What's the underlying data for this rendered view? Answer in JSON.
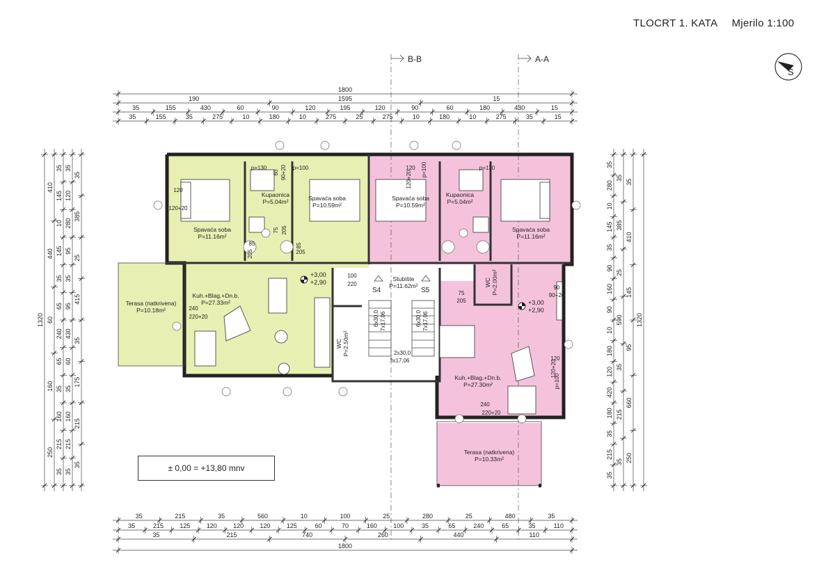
{
  "header": {
    "title": "TLOCRT 1. KATA",
    "scale": "Mjerilo 1:100"
  },
  "sections": {
    "bb": "B-B",
    "aa": "A-A"
  },
  "compass": {
    "label": "S"
  },
  "level": {
    "text": "± 0,00 = +13,80 mnv"
  },
  "stairs": {
    "s4": "S4",
    "s5": "S5",
    "a": "6x30,0",
    "b": "7x17,06",
    "c": "6x30,0",
    "d": "7x17,06",
    "e": "2x30,0",
    "f": "3x17,06"
  },
  "colors": {
    "left_apartment": "#e8efb2",
    "right_apartment": "#f5c2dc",
    "wall": "#222222"
  },
  "rooms": [
    {
      "name": "Spavaća soba",
      "area": "P=11.16m²"
    },
    {
      "name": "Kupaonica",
      "area": "P=5.04m²"
    },
    {
      "name": "Spavaća soba",
      "area": "P=10.59m²"
    },
    {
      "name": "Spavaća soba",
      "area": "P=10.59m²"
    },
    {
      "name": "Kupaonica",
      "area": "P=5.04m²"
    },
    {
      "name": "Spavaća soba",
      "area": "P=11.16m²"
    },
    {
      "name": "Terasa (natkrivena)",
      "area": "P=10.18m²"
    },
    {
      "name": "Kuh.+Blag.+Dn.b.",
      "area": "P=27.33m²"
    },
    {
      "name": "Stubište",
      "area": "P=11.62m²"
    },
    {
      "name": "WC",
      "area": "P=2.50m²"
    },
    {
      "name": "WC",
      "area": "P=2.00m²"
    },
    {
      "name": "Kuh.+Blag.+Dn.b.",
      "area": "P=27.30m²"
    },
    {
      "name": "Terasa (natkrivena)",
      "area": "P=10.33m²"
    }
  ],
  "heights": [
    "+3,00",
    "+2,90",
    "+3,00",
    "+2,90"
  ],
  "openings": [
    "120",
    "120+20",
    "p=130",
    "p=100",
    "60",
    "90+20",
    "75",
    "205",
    "85",
    "205",
    "85",
    "205",
    "100",
    "220",
    "240",
    "220+20",
    "120",
    "120+20",
    "p=100",
    "90",
    "90+20",
    "p=130",
    "75",
    "205",
    "120",
    "120+20",
    "p=100",
    "240",
    "220+20"
  ],
  "dims": {
    "top": {
      "r1": [
        "1800"
      ],
      "r2": [
        "190",
        "1595",
        "15"
      ],
      "r3": [
        "35",
        "155",
        "430",
        "60",
        "90",
        "120",
        "195",
        "120",
        "90",
        "60",
        "180",
        "430",
        "15"
      ],
      "r4": [
        "35",
        "155",
        "35",
        "275",
        "10",
        "180",
        "10",
        "275",
        "25",
        "275",
        "10",
        "180",
        "10",
        "275",
        "35",
        "15"
      ]
    },
    "bottom": {
      "r1": [
        "35",
        "215",
        "35",
        "560",
        "10",
        "100",
        "25",
        "280",
        "25",
        "480",
        "35"
      ],
      "r2": [
        "35",
        "215",
        "125",
        "120",
        "120",
        "120",
        "125",
        "60",
        "70",
        "160",
        "100",
        "35",
        "65",
        "240",
        "65",
        "35",
        "110"
      ],
      "r3": [
        "35",
        "215",
        "740",
        "260",
        "440",
        "110"
      ],
      "r4": [
        "1800"
      ]
    },
    "left": {
      "c1": [
        "1320"
      ],
      "c2": [
        "410",
        "440",
        "60",
        "160",
        "250"
      ],
      "c3": [
        "35",
        "145",
        "10",
        "145",
        "35",
        "65",
        "240",
        "65",
        "35",
        "160",
        "215",
        "35"
      ],
      "c4": [
        "35",
        "120",
        "280",
        "95",
        "35",
        "95",
        "430",
        "60",
        "35",
        "160",
        "215",
        "35"
      ],
      "c5": [
        "35",
        "385",
        "25",
        "415",
        "35",
        "175",
        "215",
        "35"
      ]
    },
    "right": {
      "c1": [
        "35",
        "280",
        "10",
        "145",
        "35",
        "90",
        "160",
        "90",
        "10",
        "180",
        "120",
        "420",
        "180",
        "35",
        "215",
        "35"
      ],
      "c2": [
        "35",
        "385",
        "25",
        "590",
        "35",
        "215",
        "35"
      ],
      "c3": [
        "35",
        "410",
        "145",
        "95",
        "660",
        "250"
      ],
      "c4": [
        "1320"
      ]
    }
  }
}
